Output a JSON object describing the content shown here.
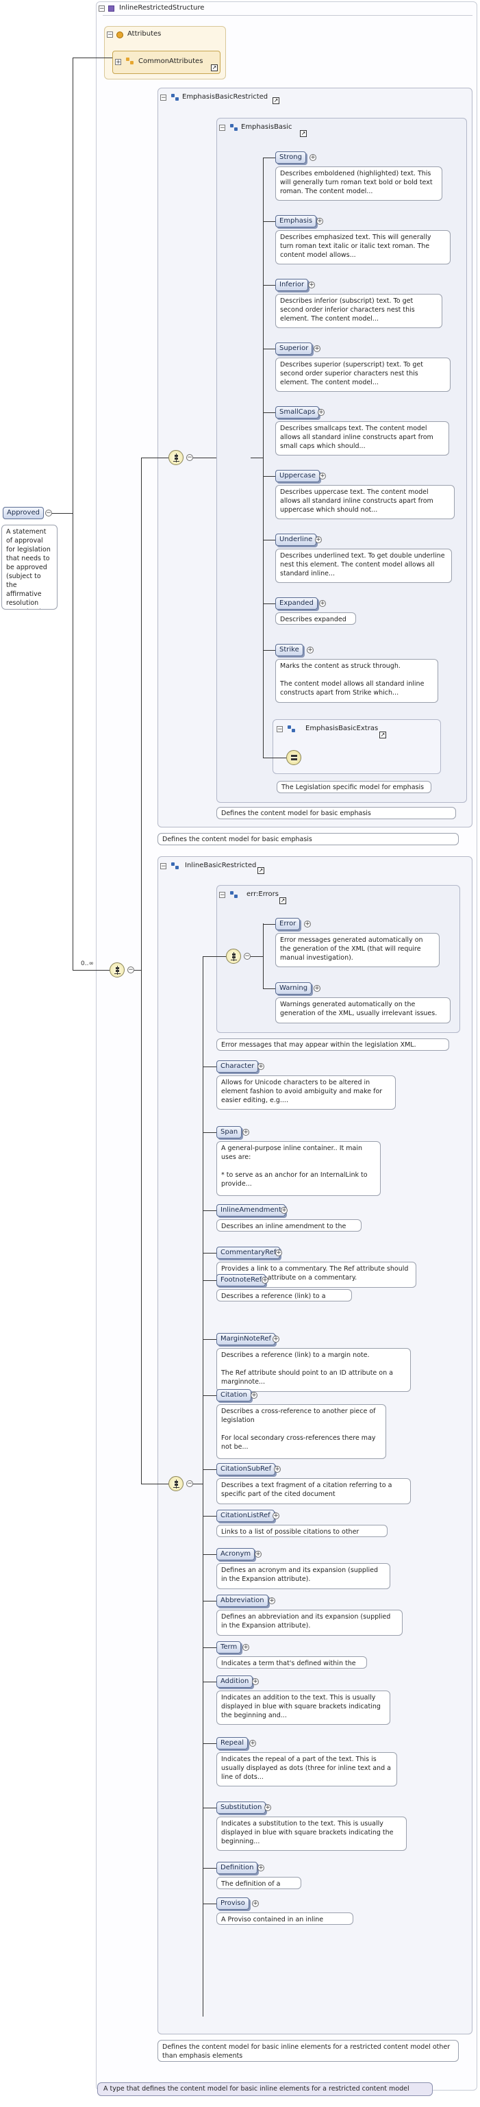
{
  "root": {
    "title": "InlineRestrictedStructure",
    "footer": "A type that defines the content model for basic inline elements for a restricted content model"
  },
  "attributes": {
    "title": "Attributes",
    "group": "CommonAttributes"
  },
  "approved": {
    "label": "Approved",
    "desc": "A statement of approval for legislation that needs to be approved (subject to the affirmative resolution procedure)..."
  },
  "occurs": "0..∞",
  "ebr": {
    "title": "EmphasisBasicRestricted",
    "footer": "Defines the content model for basic emphasis"
  },
  "eb": {
    "title": "EmphasisBasic",
    "footer": "Defines the content model for basic emphasis"
  },
  "eb_items": [
    {
      "label": "Strong",
      "desc": "Describes emboldened (highlighted) text. This will generally turn roman text bold or bold text roman. The content model..."
    },
    {
      "label": "Emphasis",
      "desc": "Describes emphasized text. This will generally turn roman text italic or italic text roman. The content model allows..."
    },
    {
      "label": "Inferior",
      "desc": "Describes inferior (subscript) text. To get second order inferior characters nest this element. The content model..."
    },
    {
      "label": "Superior",
      "desc": "Describes superior (superscript) text. To get second order superior characters nest this element. The content model..."
    },
    {
      "label": "SmallCaps",
      "desc": "Describes smallcaps text. The content model allows all standard inline constructs apart from small caps which should..."
    },
    {
      "label": "Uppercase",
      "desc": "Describes uppercase text. The content model allows all standard inline constructs apart from uppercase which should not..."
    },
    {
      "label": "Underline",
      "desc": "Describes underlined text. To get double underline nest this element. The content model allows all standard inline..."
    },
    {
      "label": "Expanded",
      "desc": "Describes expanded text"
    },
    {
      "label": "Strike",
      "desc": "Marks the content as struck through.\n\nThe content model allows all standard inline constructs apart from Strike which..."
    }
  ],
  "extras": {
    "title": "EmphasisBasicExtras",
    "desc": "The Legislation specific model for emphasis"
  },
  "ibr": {
    "title": "InlineBasicRestricted",
    "footer": "Defines the content model for basic inline elements for a restricted content model other than emphasis elements"
  },
  "errors": {
    "title": "err:Errors",
    "footer": "Error messages that may appear within the legislation XML."
  },
  "err_items": [
    {
      "label": "Error",
      "desc": "Error messages generated automatically on the generation of the XML (that will require manual investigation)."
    },
    {
      "label": "Warning",
      "desc": "Warnings generated automatically on the generation of the XML, usually irrelevant issues."
    }
  ],
  "ib_items": [
    {
      "label": "Character",
      "desc": "Allows for Unicode characters to be altered in element fashion to avoid ambiguity and make for easier editing, e.g...."
    },
    {
      "label": "Span",
      "desc": "A general-purpose inline container.. It main uses are:\n\n * to serve as an anchor for an InternalLink to provide..."
    },
    {
      "label": "InlineAmendment",
      "desc": "Describes an inline amendment to the text."
    },
    {
      "label": "CommentaryRef",
      "desc": "Provides a link to a commentary. The Ref attribute should point to an ID attribute on a commentary."
    },
    {
      "label": "FootnoteRef",
      "desc": "Describes a reference (link) to a footnote"
    },
    {
      "label": "MarginNoteRef",
      "desc": "Describes a reference (link) to a margin note.\n\nThe Ref attribute should point to an ID attribute on a marginnote..."
    },
    {
      "label": "Citation",
      "desc": "Describes a cross-reference to another piece of legislation\n\nFor local secondary cross-references there may not be..."
    },
    {
      "label": "CitationSubRef",
      "desc": "Describes a text fragment of a citation referring to a specific part of the cited document"
    },
    {
      "label": "CitationListRef",
      "desc": "Links to a list of possible citations to other legislation."
    },
    {
      "label": "Acronym",
      "desc": "Defines an acronym and its expansion (supplied in the Expansion attribute)."
    },
    {
      "label": "Abbreviation",
      "desc": "Defines an abbreviation and its expansion (supplied in the Expansion attribute)."
    },
    {
      "label": "Term",
      "desc": "Indicates a term that's defined within the text."
    },
    {
      "label": "Addition",
      "desc": "Indicates an addition to the text. This is usually displayed in blue with square brackets indicating the beginning and..."
    },
    {
      "label": "Repeal",
      "desc": "Indicates the repeal of a part of the text. This is usually displayed as dots (three for inline text and a line of dots..."
    },
    {
      "label": "Substitution",
      "desc": "Indicates a substitution to the text. This is usually displayed in blue with square brackets indicating the beginning..."
    },
    {
      "label": "Definition",
      "desc": "The definition of a term"
    },
    {
      "label": "Proviso",
      "desc": "A Proviso contained in an inline element"
    }
  ]
}
